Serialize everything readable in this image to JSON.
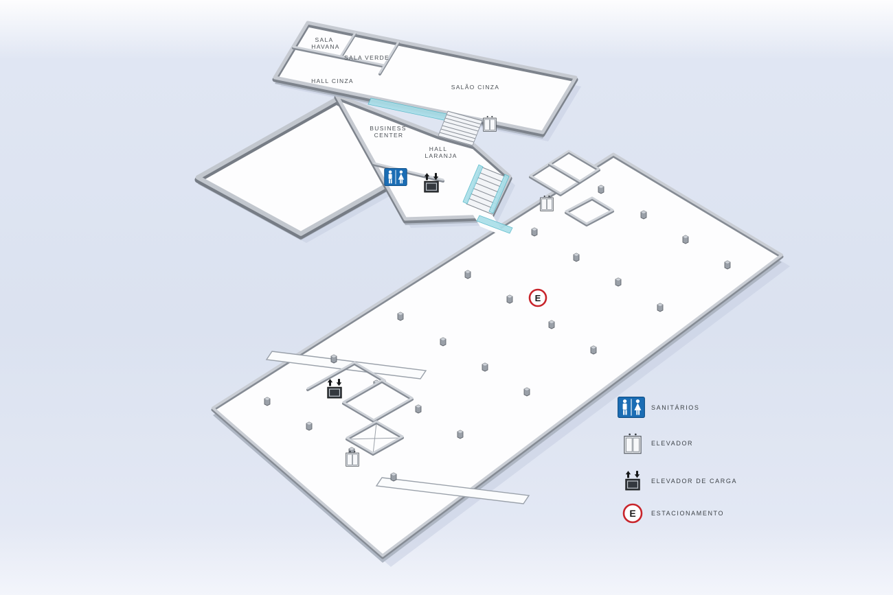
{
  "map": {
    "rooms": {
      "sala_havana_1": "SALA",
      "sala_havana_2": "HAVANA",
      "sala_verde": "SALA VERDE",
      "hall_cinza": "HALL CINZA",
      "salao_cinza": "SALÃO CINZA",
      "business_center_1": "BUSINESS",
      "business_center_2": "CENTER",
      "hall_laranja_1": "HALL",
      "hall_laranja_2": "LARANJA"
    },
    "parking_symbol": "E"
  },
  "legend": {
    "items": [
      {
        "id": "sanitarios",
        "icon": "restroom-icon",
        "label": "SANITÁRIOS"
      },
      {
        "id": "elevador",
        "icon": "elevator-icon",
        "label": "ELEVADOR"
      },
      {
        "id": "elevador-de-carga",
        "icon": "freight-elevator-icon",
        "label": "ELEVADOR DE CARGA"
      },
      {
        "id": "estacionamento",
        "icon": "parking-icon",
        "label": "ESTACIONAMENTO",
        "symbol": "E"
      }
    ]
  },
  "colors": {
    "background": "#dbe2f0",
    "restroom_blue": "#1b6db4",
    "parking_red": "#c8242b",
    "glass_cyan": "#aadfe9",
    "wall_gray": "#7d838c"
  }
}
